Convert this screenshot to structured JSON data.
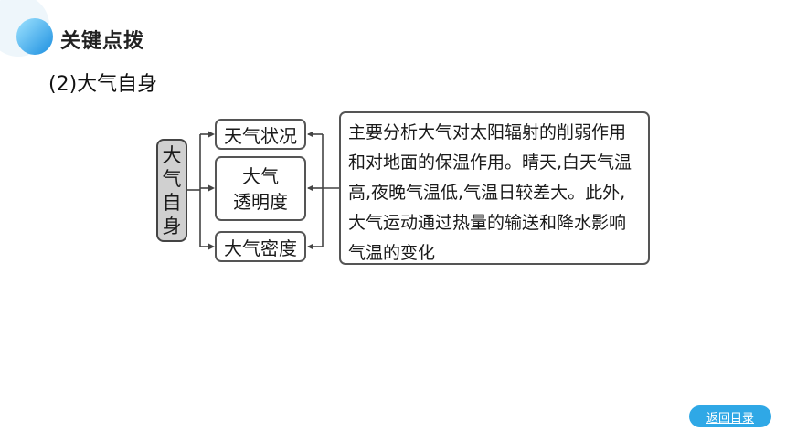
{
  "header": {
    "title": "关键点拨"
  },
  "section": {
    "heading": "(2)大气自身"
  },
  "diagram": {
    "root": [
      "大",
      "气",
      "自",
      "身"
    ],
    "factors": {
      "weather": "天气状况",
      "transparency_line1": "大气",
      "transparency_line2": "透明度",
      "density": "大气密度"
    },
    "effect": "主要分析大气对太阳辐射的削弱作用和对地面的保温作用。晴天,白天气温高,夜晚气温低,气温日较差大。此外,大气运动通过热量的输送和降水影响气温的变化"
  },
  "nav": {
    "back_label": "返回目录"
  },
  "colors": {
    "accent": "#2fa8e6",
    "root_fill": "#d0d0d0",
    "border": "#555555"
  }
}
